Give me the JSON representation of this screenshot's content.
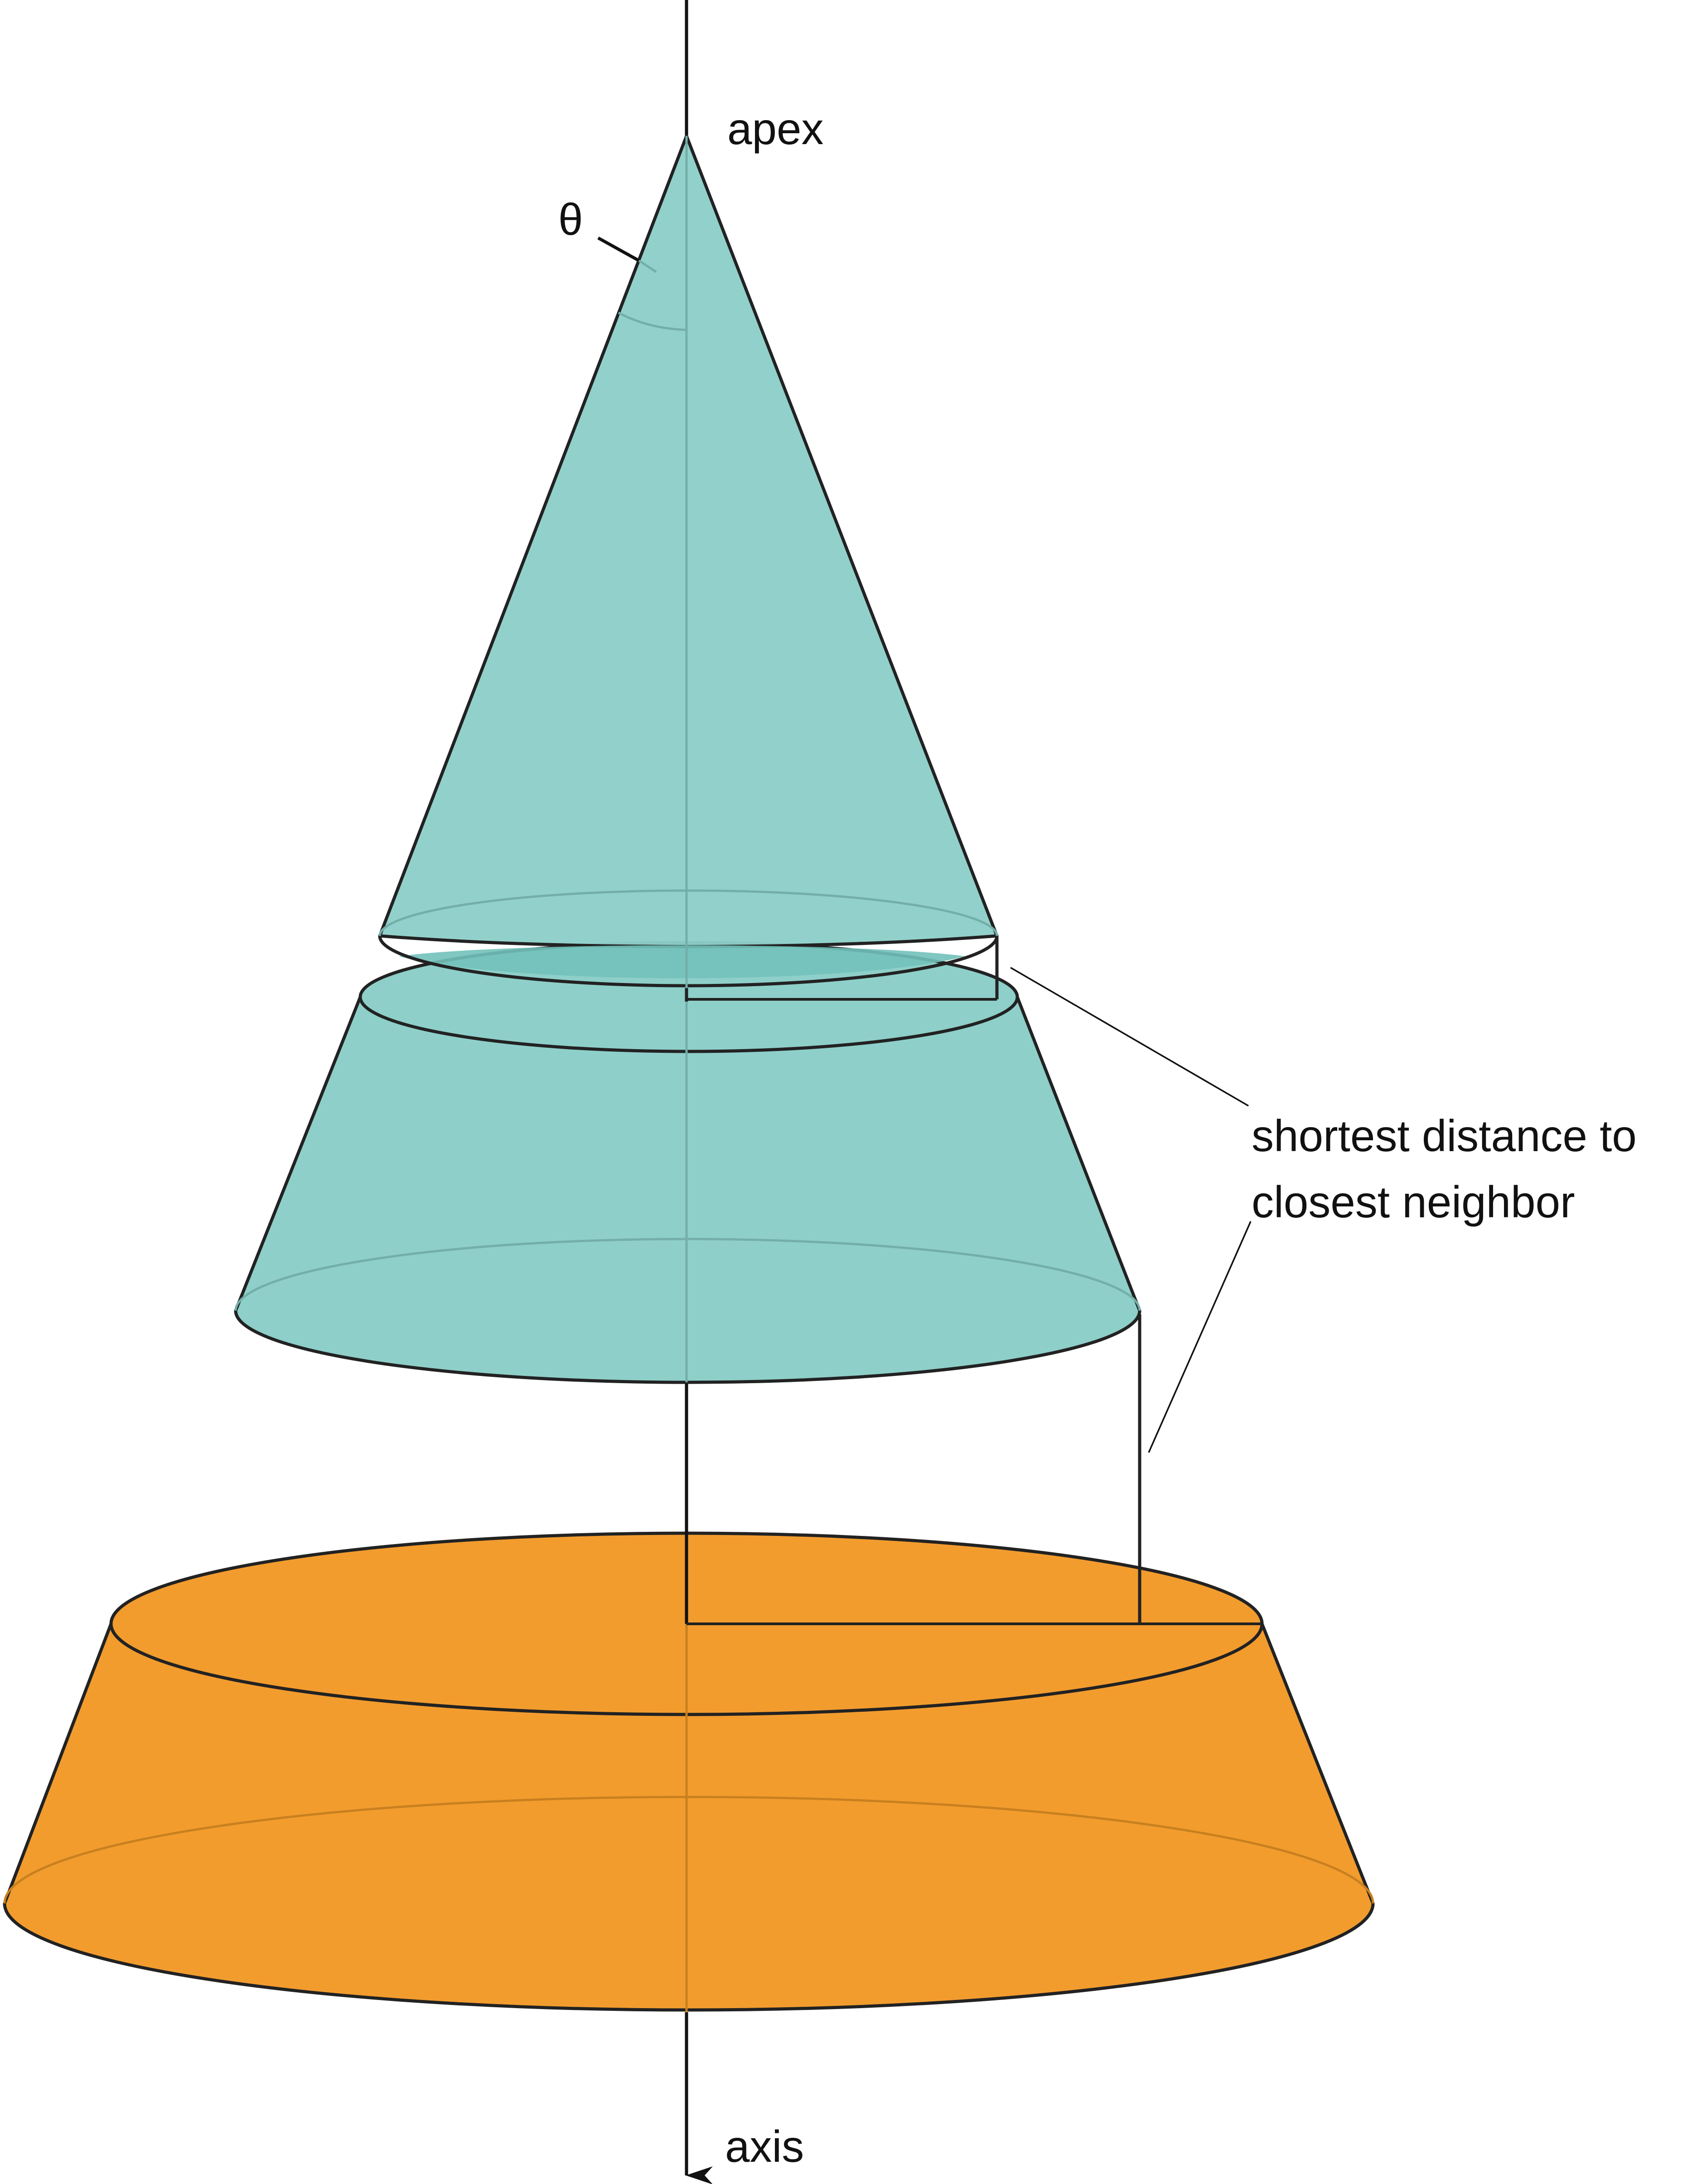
{
  "labels": {
    "apex": "apex",
    "theta": "θ",
    "annotation_line1": "shortest distance to",
    "annotation_line2": "closest neighbor",
    "axis": "axis"
  },
  "colors": {
    "teal": "#8ECFC9",
    "teal_dark_overlap": "#72C1BA",
    "orange": "#F29C2E",
    "outline": "#222222",
    "axis_hidden": "#6E9E9A"
  },
  "shapes": [
    {
      "name": "upper-cone",
      "kind": "cone",
      "color": "teal"
    },
    {
      "name": "middle-frustum",
      "kind": "frustum",
      "color": "teal"
    },
    {
      "name": "bottom-frustum",
      "kind": "frustum",
      "color": "orange"
    }
  ]
}
